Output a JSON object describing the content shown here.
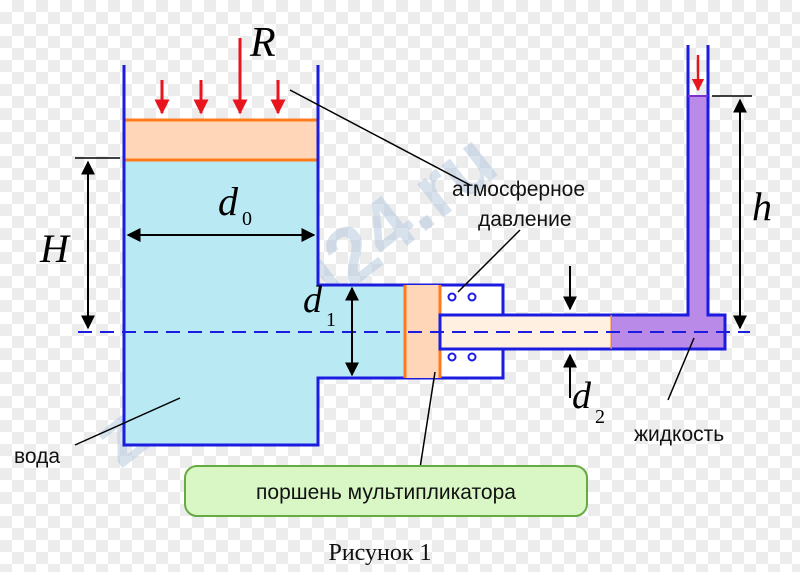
{
  "labels": {
    "R": "R",
    "H": "H",
    "h": "h",
    "d0_main": "d",
    "d0_sub": "0",
    "d1_main": "d",
    "d1_sub": "1",
    "d2_main": "d",
    "d2_sub": "2",
    "atm_line1": "атмосферное",
    "atm_line2": "давление",
    "voda": "вода",
    "zhidkost": "жидкость",
    "piston": "поршень мультипликатора",
    "caption": "Рисунок 1",
    "watermark": "zadachi24.ru"
  },
  "colors": {
    "outline": "#1c1ce0",
    "water": "#b9eaf4",
    "piston_fill": "#ffd7b8",
    "piston_edge": "#ff7a1a",
    "rod_fill": "#fff0e2",
    "liquid": "#b98ae8",
    "liquid_edge": "#7a2fd0",
    "arrow_red": "#e8141e",
    "callout_fill": "#d9f7c4",
    "callout_edge": "#66aa44"
  }
}
